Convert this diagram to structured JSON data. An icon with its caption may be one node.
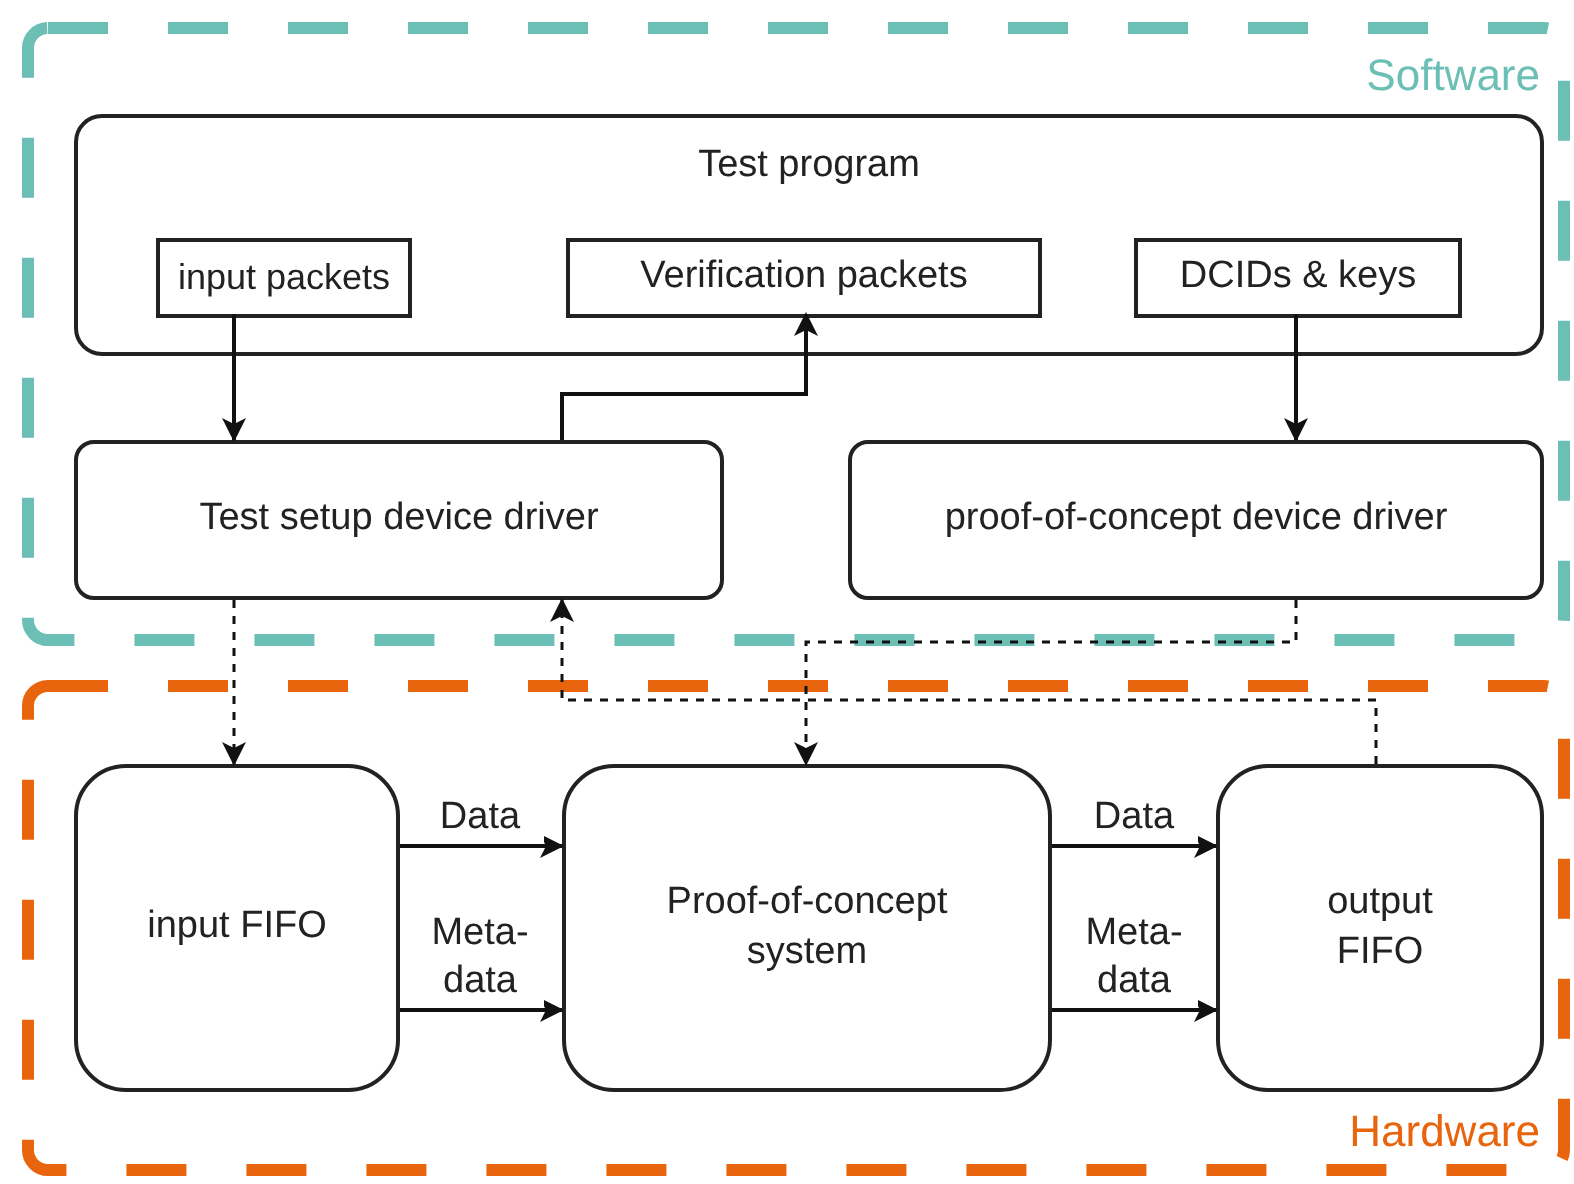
{
  "diagram": {
    "nodes": [
      {
        "text": [
          "Software"
        ]
      },
      {
        "text": [
          "Test program"
        ],
        "in": 0
      },
      {
        "text": [
          "input packets"
        ],
        "in": 1
      },
      {
        "text": [
          "Verification packets"
        ],
        "in": 1
      },
      {
        "text": [
          "DCIDs & keys"
        ],
        "in": 1
      },
      {
        "text": [
          "Test setup device driver"
        ],
        "in": 0
      },
      {
        "text": [
          "proof-of-concept device driver"
        ],
        "in": 0
      },
      {
        "text": [
          "Hardware"
        ]
      },
      {
        "text": [
          "input FIFO"
        ],
        "in": 7
      },
      {
        "text": [
          "Proof-of-concept system"
        ],
        "in": 7
      },
      {
        "text": [
          "output FIFO"
        ],
        "in": 7
      }
    ],
    "edges": [
      {
        "from": 2,
        "to": 5,
        "arrow": "to"
      },
      {
        "from": 5,
        "to": 3,
        "arrow": "to"
      },
      {
        "from": 4,
        "to": 6,
        "arrow": "to"
      },
      {
        "from": 5,
        "to": 8,
        "arrow": "to",
        "style": "dashed"
      },
      {
        "from": 10,
        "to": 5,
        "arrow": "to",
        "style": "dashed"
      },
      {
        "from": 6,
        "to": 9,
        "arrow": "to",
        "style": "dashed"
      },
      {
        "from": 8,
        "to": 9,
        "arrow": "to",
        "label": "Data"
      },
      {
        "from": 8,
        "to": 9,
        "arrow": "to",
        "label": "Meta-data"
      },
      {
        "from": 9,
        "to": 10,
        "arrow": "to",
        "label": "Data"
      },
      {
        "from": 9,
        "to": 10,
        "arrow": "to",
        "label": "Meta-data"
      }
    ]
  }
}
